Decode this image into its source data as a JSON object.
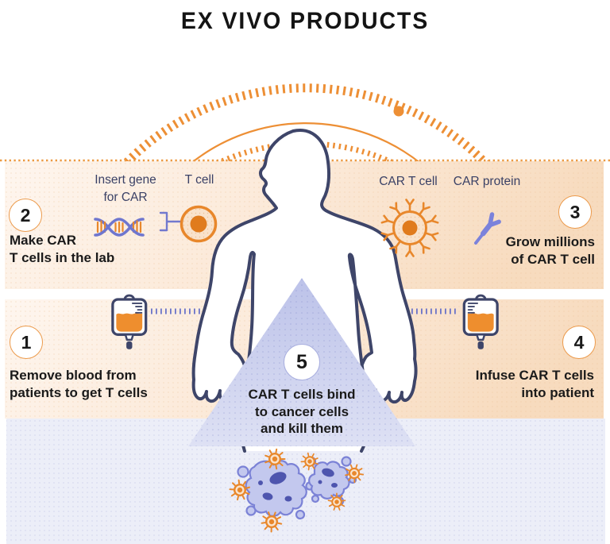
{
  "title": "EX VIVO PRODUCTS",
  "labels": {
    "insert_gene": {
      "line1": "Insert gene",
      "line2": "for CAR"
    },
    "t_cell": "T cell",
    "car_t_cell": "CAR T cell",
    "car_protein": "CAR protein"
  },
  "steps": {
    "s1": {
      "num": "1",
      "line1": "Remove blood from",
      "line2": "patients to get T cells"
    },
    "s2": {
      "num": "2",
      "line1": "Make CAR",
      "line2": "T cells in the lab"
    },
    "s3": {
      "num": "3",
      "line1": "Grow millions",
      "line2": "of CAR T cell"
    },
    "s4": {
      "num": "4",
      "line1": "Infuse CAR T cells",
      "line2": "into patient"
    },
    "s5": {
      "num": "5",
      "line1": "CAR T cells bind",
      "line2": "to cancer cells",
      "line3": "and kill them"
    }
  },
  "icons": [
    "dna-helix-icon",
    "t-cell-icon",
    "car-t-cell-icon",
    "car-protein-icon",
    "blood-bag-icon",
    "signal-arcs",
    "body-silhouette",
    "cancer-cell-blobs",
    "spiky-car-t-cells"
  ],
  "colors": {
    "accent_orange": "#E8872B",
    "navy_outline": "#3E4569",
    "purple_blue": "#7279CE",
    "band_peach": "#F7DBBE",
    "lavender_triangle": "#C2C7EC",
    "lavender_block": "#ECEEF8",
    "text_black": "#1A1A1A"
  }
}
